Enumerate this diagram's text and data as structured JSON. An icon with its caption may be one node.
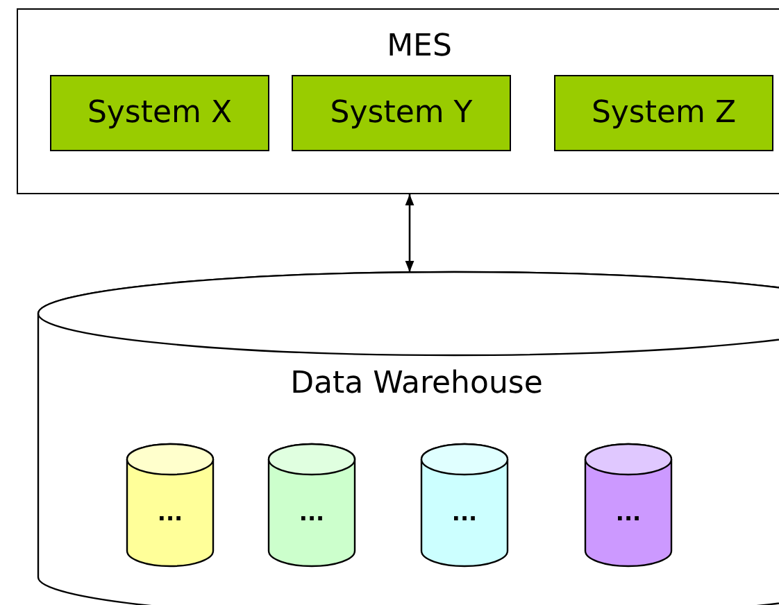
{
  "diagram": {
    "nodes": [
      {
        "text": [
          "MES"
        ]
      },
      {
        "text": [
          "System X"
        ],
        "in": 0
      },
      {
        "text": [
          "System Y"
        ],
        "in": 0
      },
      {
        "text": [
          "System Z"
        ],
        "in": 0
      },
      {
        "text": [
          "Data Warehouse"
        ]
      },
      {
        "text": [
          "..."
        ],
        "in": 4
      },
      {
        "text": [
          "..."
        ],
        "in": 4
      },
      {
        "text": [
          "..."
        ],
        "in": 4
      },
      {
        "text": [
          "..."
        ],
        "in": 4
      }
    ],
    "edges": [
      {
        "from": 0,
        "to": 4,
        "arrow": "both"
      }
    ]
  }
}
